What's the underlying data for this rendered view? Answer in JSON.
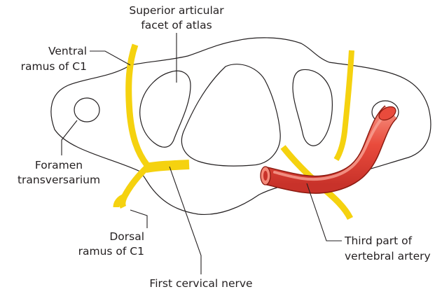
{
  "labels": {
    "superior_articular_facet_line1": "Superior articular",
    "superior_articular_facet_line2": "facet of atlas",
    "ventral_ramus_line1": "Ventral",
    "ventral_ramus_line2": "ramus of C1",
    "foramen_line1": "Foramen",
    "foramen_line2": "transversarium",
    "dorsal_ramus_line1": "Dorsal",
    "dorsal_ramus_line2": "ramus of C1",
    "first_cervical_nerve": "First cervical nerve",
    "vertebral_artery_line1": "Third part of",
    "vertebral_artery_line2": "vertebral artery"
  },
  "colors": {
    "nerve": "#f5d20f",
    "artery_fill": "#e94b3c",
    "artery_highlight": "#f27a6b",
    "artery_outline": "#8b1a10",
    "outline": "#231f20"
  }
}
